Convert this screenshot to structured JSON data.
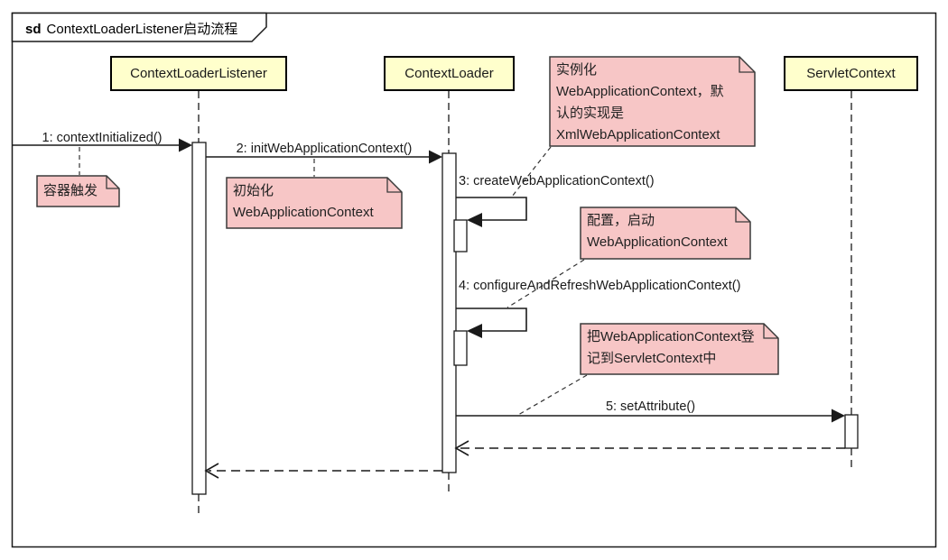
{
  "diagram": {
    "frame_keyword": "sd",
    "frame_title": "ContextLoaderListener启动流程"
  },
  "lifelines": [
    {
      "name": "ContextLoaderListener"
    },
    {
      "name": "ContextLoader"
    },
    {
      "name": "ServletContext"
    }
  ],
  "messages": [
    {
      "label": "1: contextInitialized()"
    },
    {
      "label": "2: initWebApplicationContext()"
    },
    {
      "label": "3: createWebApplicationContext()"
    },
    {
      "label": "4: configureAndRefreshWebApplicationContext()"
    },
    {
      "label": "5: setAttribute()"
    }
  ],
  "notes": [
    {
      "lines": [
        "实例化",
        "WebApplicationContext，默",
        "认的实现是",
        "XmlWebApplicationContext"
      ]
    },
    {
      "lines": [
        "容器触发"
      ]
    },
    {
      "lines": [
        "初始化",
        "WebApplicationContext"
      ]
    },
    {
      "lines": [
        "配置，启动",
        "WebApplicationContext"
      ]
    },
    {
      "lines": [
        "把WebApplicationContext登",
        "记到ServletContext中"
      ]
    }
  ],
  "colors": {
    "head_fill": "#ffffcc",
    "note_fill": "#f7c6c6",
    "note_border": "#3a3a3a"
  }
}
